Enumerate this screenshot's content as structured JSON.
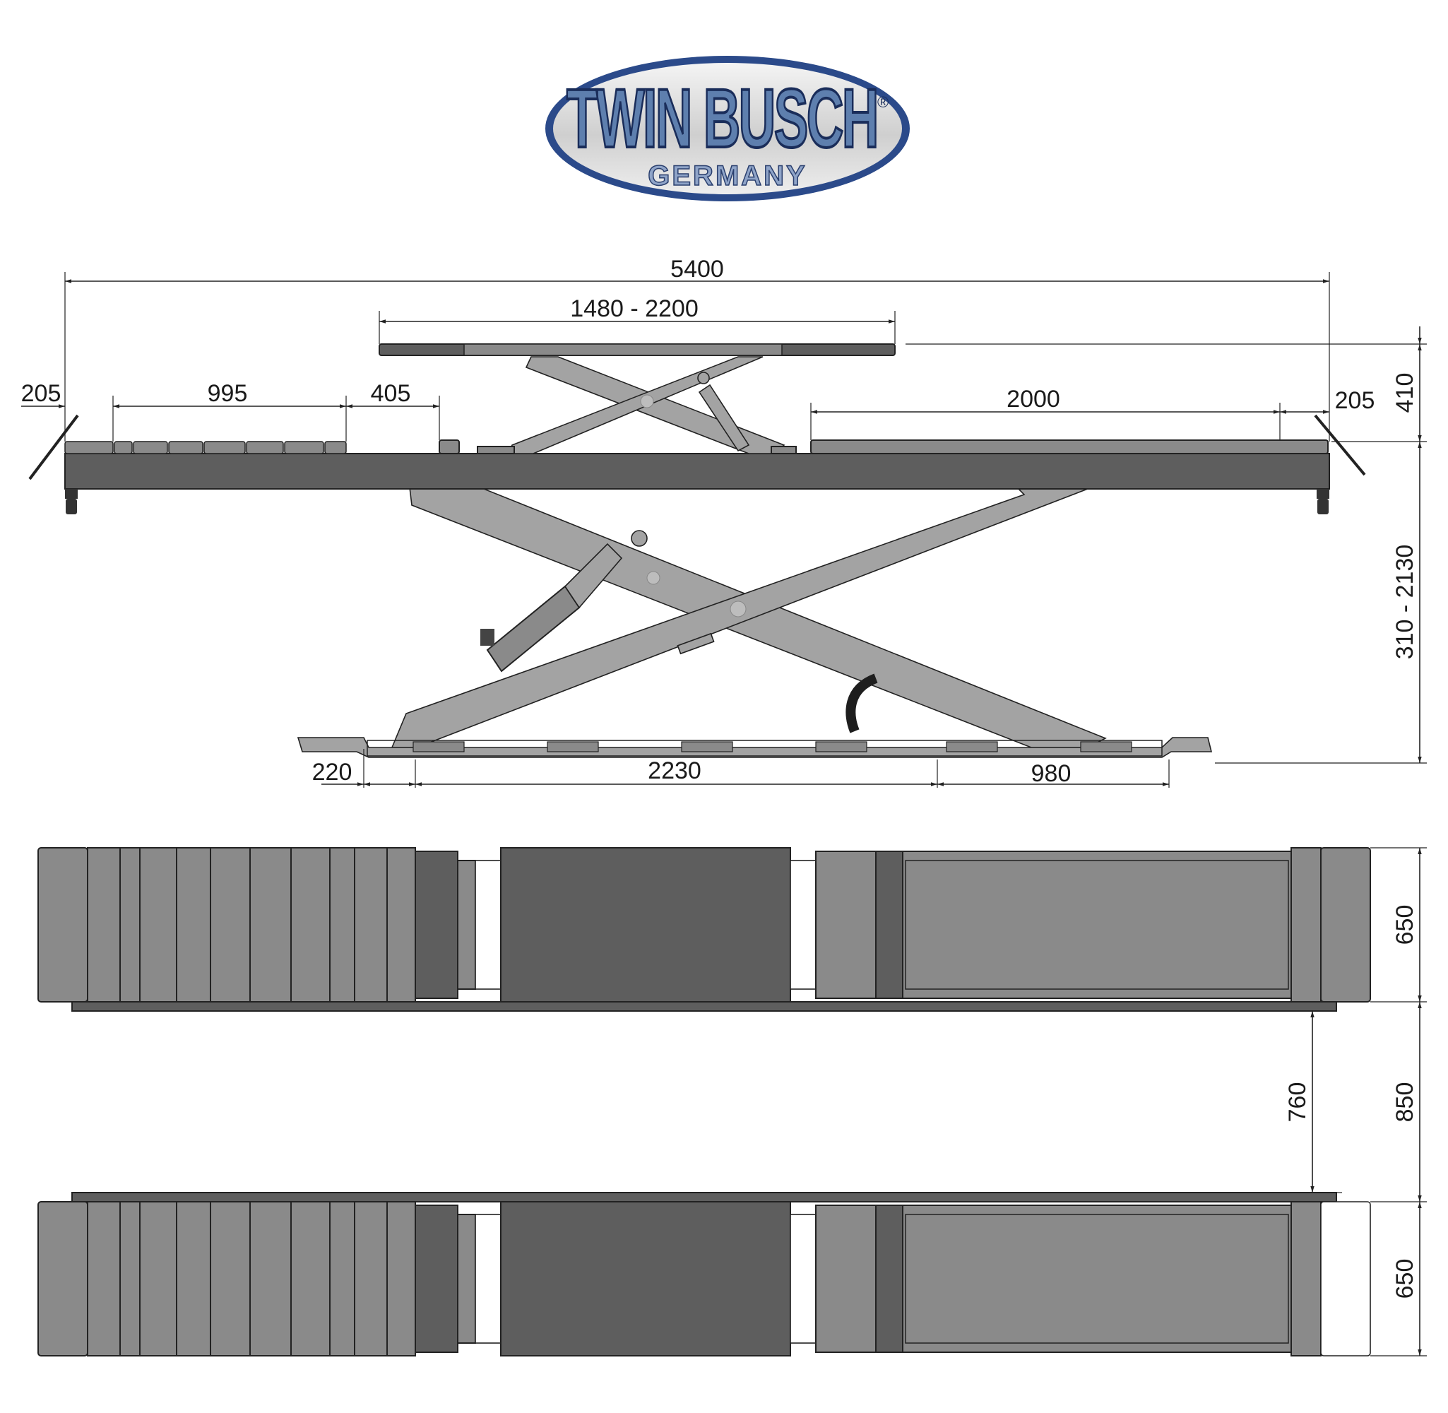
{
  "logo": {
    "brand": "TWIN BUSCH",
    "registered_mark": "®",
    "country": "GERMANY",
    "colors": {
      "ellipse_border": "#2b4a8a",
      "text_fill": "#5e7fae",
      "text_outline": "#1a2d5a"
    }
  },
  "side_view": {
    "dimensions": {
      "total_length": "5400",
      "platform_range": "1480 - 2200",
      "left_end": "205",
      "left_ramp": "995",
      "left_gap": "405",
      "right_section": "2000",
      "right_end": "205",
      "platform_height": "410",
      "lift_height_range": "310 - 2130",
      "base_left": "220",
      "base_middle": "2230",
      "base_right": "980"
    }
  },
  "top_view": {
    "dimensions": {
      "runway_width_top": "650",
      "inner_gap": "760",
      "outer_gap": "850",
      "runway_width_bottom": "650"
    }
  },
  "colors": {
    "dark_gray": "#5e5e5e",
    "mid_gray": "#8a8a8a",
    "light_gray": "#a3a3a3",
    "line": "#222222"
  }
}
